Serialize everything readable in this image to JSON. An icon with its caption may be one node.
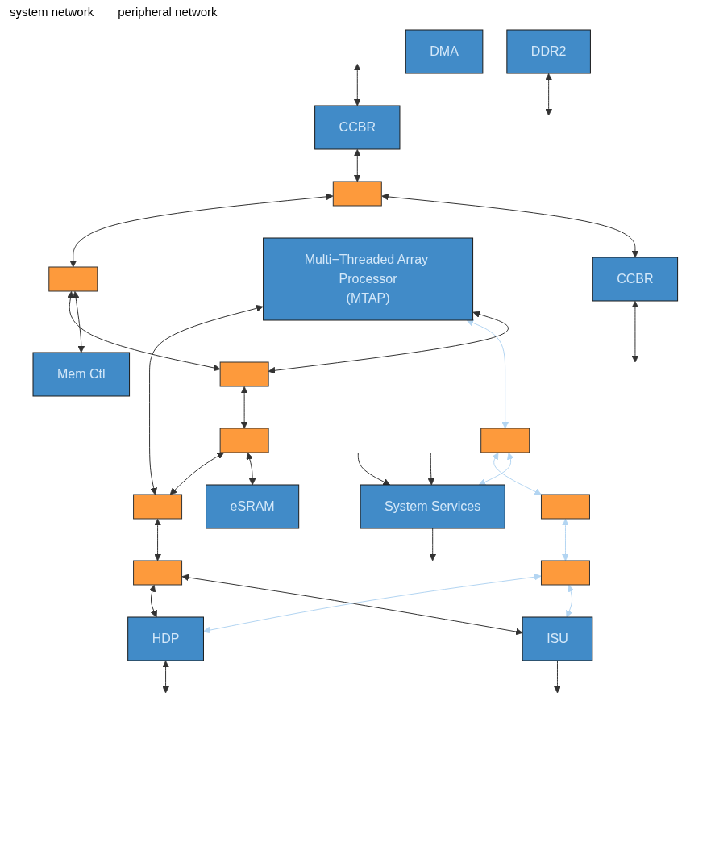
{
  "diagram": {
    "nodes": [
      {
        "text": [
          "CCBR"
        ]
      },
      {
        "text": [],
        "shape": "box"
      },
      {
        "text": [
          "CCBR"
        ]
      },
      {
        "text": [
          "System Services"
        ]
      },
      {
        "text": [
          "Multi−Threaded Array Processor",
          "(MTAP)"
        ]
      },
      {
        "text": [],
        "shape": "box"
      },
      {
        "text": [
          "Mem Ctl"
        ]
      },
      {
        "text": [
          "DDR2"
        ]
      },
      {
        "text": [],
        "shape": "box"
      },
      {
        "text": [
          "DMA"
        ]
      },
      {
        "text": [],
        "shape": "box"
      },
      {
        "text": [],
        "shape": "box"
      },
      {
        "text": [],
        "shape": "box"
      },
      {
        "text": [
          "eSRAM"
        ]
      },
      {
        "text": [],
        "shape": "box"
      },
      {
        "text": [],
        "shape": "box"
      },
      {
        "text": [
          "ISU"
        ]
      },
      {
        "text": [],
        "shape": "box"
      },
      {
        "text": [
          "HDP"
        ]
      }
    ],
    "edges": [
      {
        "from": null,
        "to": 0,
        "arrow": "both"
      },
      {
        "from": 0,
        "to": 1,
        "arrow": "both"
      },
      {
        "from": 1,
        "to": 2,
        "arrow": "both"
      },
      {
        "from": 2,
        "to": null,
        "arrow": "both"
      },
      {
        "from": null,
        "to": 3,
        "arrow": "to"
      },
      {
        "from": null,
        "to": 3,
        "arrow": "to"
      },
      {
        "from": 3,
        "to": null,
        "arrow": "to"
      },
      {
        "from": 1,
        "to": 5,
        "arrow": "both"
      },
      {
        "from": 10,
        "to": 3,
        "arrow": "both",
        "color": "#b3d5f2"
      },
      {
        "from": 5,
        "to": 6,
        "arrow": "both"
      },
      {
        "from": 7,
        "to": null,
        "arrow": "both"
      },
      {
        "from": 5,
        "to": 8,
        "arrow": "both"
      },
      {
        "from": 4,
        "to": 8,
        "arrow": "both"
      },
      {
        "from": 4,
        "to": 10,
        "arrow": "both",
        "color": "#b3d5f2"
      },
      {
        "from": 10,
        "to": 11,
        "arrow": "both",
        "color": "#b3d5f2"
      },
      {
        "from": 8,
        "to": 12,
        "arrow": "both"
      },
      {
        "from": 12,
        "to": 13,
        "arrow": "both"
      },
      {
        "from": 12,
        "to": 14,
        "arrow": "both"
      },
      {
        "from": 4,
        "to": 14,
        "arrow": "both"
      },
      {
        "from": 14,
        "to": 15,
        "arrow": "both"
      },
      {
        "from": 15,
        "to": 16,
        "arrow": "both"
      },
      {
        "from": 11,
        "to": 17,
        "arrow": "both",
        "color": "#b3d5f2"
      },
      {
        "from": 17,
        "to": 16,
        "arrow": "both",
        "color": "#b3d5f2"
      },
      {
        "from": 15,
        "to": 18,
        "arrow": "both"
      },
      {
        "from": 17,
        "to": 18,
        "arrow": "both",
        "color": "#b3d5f2"
      },
      {
        "from": 16,
        "to": null,
        "arrow": "to"
      },
      {
        "from": 18,
        "to": null,
        "arrow": "both"
      }
    ],
    "labels": [
      "system network",
      "peripheral network"
    ]
  }
}
